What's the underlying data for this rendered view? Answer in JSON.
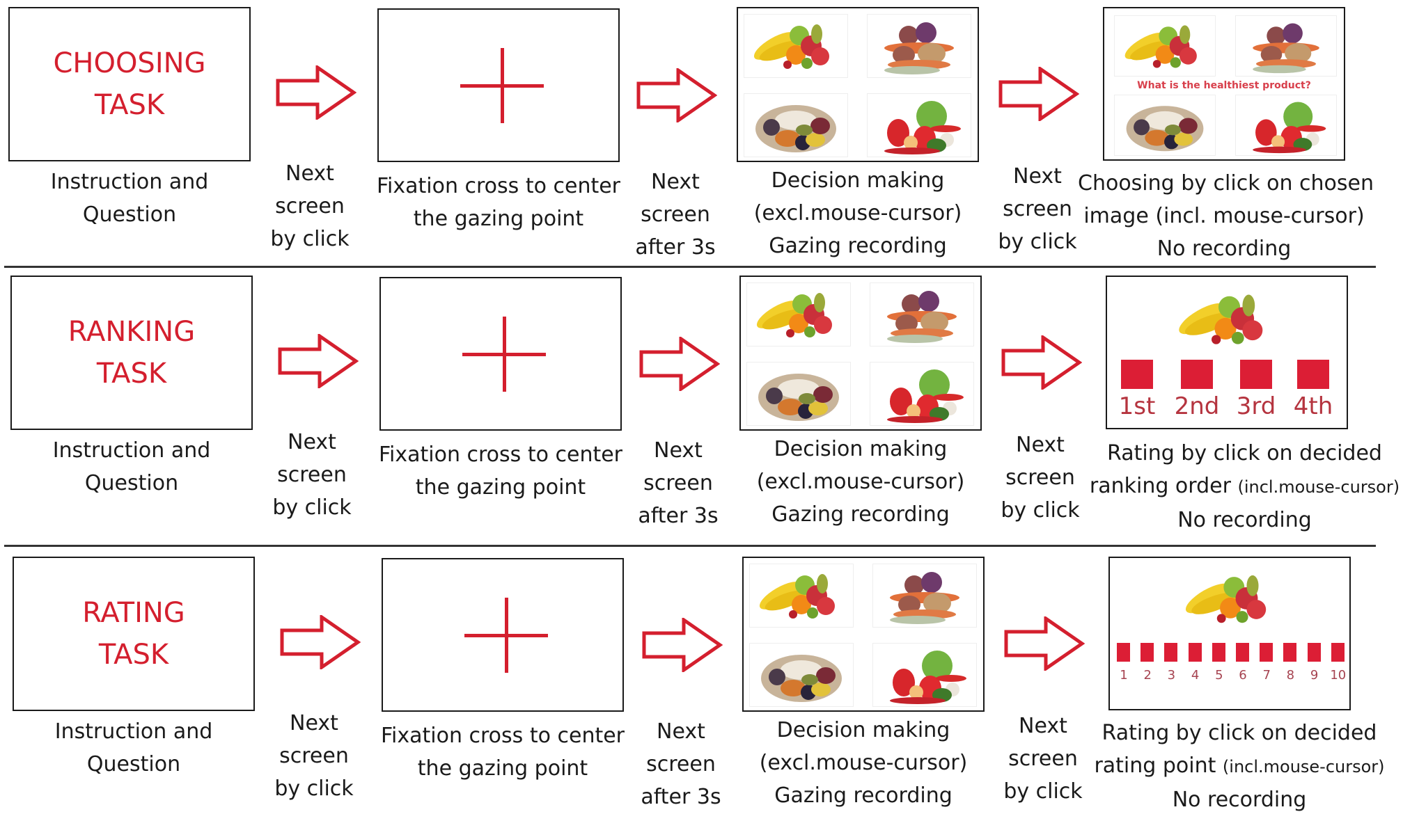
{
  "colors": {
    "accent_red": "#d41f2e",
    "square_red": "#dc1e35",
    "border": "#1a1a1a",
    "text": "#1a1a1a"
  },
  "rows": [
    {
      "id": "choosing",
      "task_title_line1": "CHOOSING",
      "task_title_line2": "TASK",
      "instruction_caption_line1": "Instruction and",
      "instruction_caption_line2": "Question",
      "transition1_line1": "Next",
      "transition1_line2": "screen",
      "transition1_line3": "by click",
      "fixation_caption_line1": "Fixation cross to center",
      "fixation_caption_line2": "the gazing point",
      "transition2_line1": "Next",
      "transition2_line2": "screen",
      "transition2_line3": "after 3s",
      "decision_caption_line1": "Decision making",
      "decision_caption_line2": "(excl.mouse-cursor)",
      "decision_caption_line3": "Gazing recording",
      "transition3_line1": "Next",
      "transition3_line2": "screen",
      "transition3_line3": "by click",
      "final_question": "What is the healthiest product?",
      "final_caption_line1": "Choosing by click on chosen",
      "final_caption_line2": "image (incl. mouse-cursor)",
      "final_caption_line3": "No recording"
    },
    {
      "id": "ranking",
      "task_title_line1": "RANKING",
      "task_title_line2": "TASK",
      "instruction_caption_line1": "Instruction and",
      "instruction_caption_line2": "Question",
      "transition1_line1": "Next",
      "transition1_line2": "screen",
      "transition1_line3": "by click",
      "fixation_caption_line1": "Fixation cross to center",
      "fixation_caption_line2": "the gazing point",
      "transition2_line1": "Next",
      "transition2_line2": "screen",
      "transition2_line3": "after 3s",
      "decision_caption_line1": "Decision making",
      "decision_caption_line2": "(excl.mouse-cursor)",
      "decision_caption_line3": "Gazing recording",
      "transition3_line1": "Next",
      "transition3_line2": "screen",
      "transition3_line3": "by click",
      "rank_labels": [
        "1st",
        "2nd",
        "3rd",
        "4th"
      ],
      "final_caption_line1": "Rating by click on decided",
      "final_caption_line2a": "ranking order",
      "final_caption_line2b": "(incl.mouse-cursor)",
      "final_caption_line3": "No recording"
    },
    {
      "id": "rating",
      "task_title_line1": "RATING",
      "task_title_line2": "TASK",
      "instruction_caption_line1": "Instruction and",
      "instruction_caption_line2": "Question",
      "transition1_line1": "Next",
      "transition1_line2": "screen",
      "transition1_line3": "by click",
      "fixation_caption_line1": "Fixation cross to center",
      "fixation_caption_line2": "the gazing point",
      "transition2_line1": "Next",
      "transition2_line2": "screen",
      "transition2_line3": "after 3s",
      "decision_caption_line1": "Decision making",
      "decision_caption_line2": "(excl.mouse-cursor)",
      "decision_caption_line3": "Gazing recording",
      "transition3_line1": "Next",
      "transition3_line2": "screen",
      "transition3_line3": "by click",
      "rating_labels": [
        "1",
        "2",
        "3",
        "4",
        "5",
        "6",
        "7",
        "8",
        "9",
        "10"
      ],
      "final_caption_line1": "Rating by click on decided",
      "final_caption_line2a": "rating point",
      "final_caption_line2b": "(incl.mouse-cursor)",
      "final_caption_line3": "No recording"
    }
  ],
  "food_images": [
    "fruits-image",
    "vegetables-image",
    "legumes-image",
    "greens-image"
  ]
}
